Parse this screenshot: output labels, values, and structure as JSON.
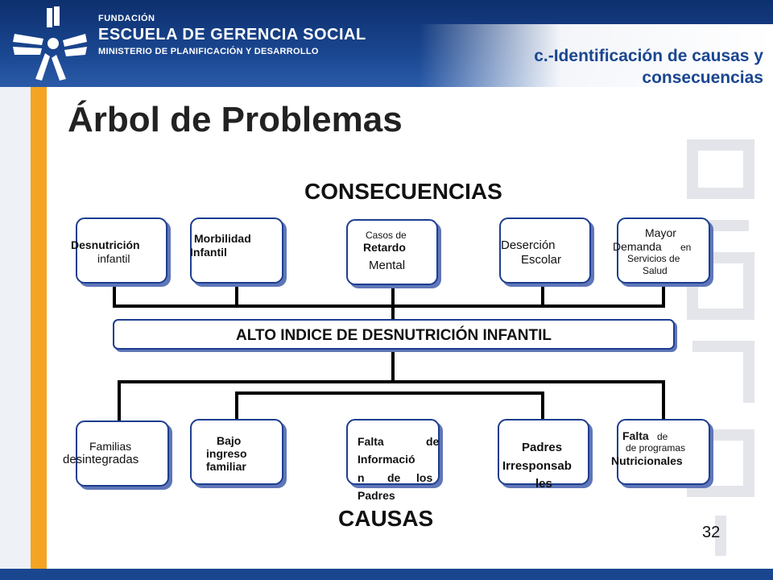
{
  "header": {
    "org_small": "FUNDACIÓN",
    "org_name": "ESCUELA DE GERENCIA SOCIAL",
    "org_ministry": "MINISTERIO DE PLANIFICACIÓN Y DESARROLLO",
    "subtitle": "c.-Identificación de causas y consecuencias"
  },
  "title": "Árbol de Problemas",
  "consequences_heading": "CONSECUENCIAS",
  "central_problem": "ALTO INDICE DE DESNUTRICIÓN  INFANTIL",
  "causes_heading": "CAUSAS",
  "page_number": "32",
  "consequences": [
    {
      "lines": [
        "Desnutrición",
        "infantil"
      ]
    },
    {
      "lines": [
        "Morbilidad",
        "Infantil"
      ]
    },
    {
      "lines": [
        "Casos de",
        "Retardo",
        "Mental"
      ]
    },
    {
      "lines": [
        "Deserción",
        "Escolar"
      ]
    },
    {
      "lines": [
        "Mayor",
        "Demanda",
        "en",
        "Servicios  de",
        "Salud"
      ]
    }
  ],
  "causes": [
    {
      "lines": [
        "Familias",
        "desintegradas"
      ]
    },
    {
      "lines": [
        "Bajo",
        "ingreso",
        "familiar"
      ]
    },
    {
      "lines": [
        "Falta",
        "de",
        "Informació",
        "n",
        "de",
        "los",
        "Padres"
      ]
    },
    {
      "lines": [
        "Padres",
        "Irresponsab",
        "les"
      ]
    },
    {
      "lines": [
        "Falta",
        "de",
        "de programas",
        "Nutricionales"
      ]
    }
  ],
  "colors": {
    "header_blue": "#1a4690",
    "accent_orange": "#f4a422",
    "box_border": "#1d3e8f"
  }
}
